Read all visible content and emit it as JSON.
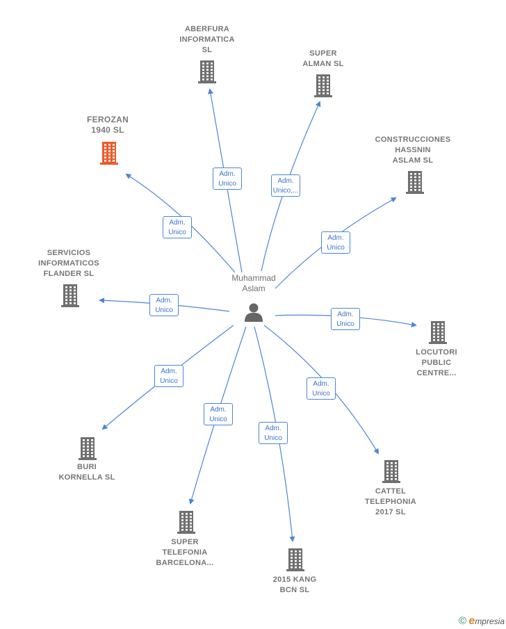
{
  "center": {
    "name_lines": [
      "Muhammad",
      "Aslam"
    ],
    "icon": "person-icon"
  },
  "nodes": [
    {
      "id": "aberfura",
      "lines": [
        "ABERFURA",
        "INFORMATICA",
        "SL"
      ],
      "highlight": false,
      "label_lines": [
        "Adm.",
        "Unico"
      ]
    },
    {
      "id": "super-alman",
      "lines": [
        "SUPER",
        "ALMAN SL"
      ],
      "highlight": false,
      "label_lines": [
        "Adm.",
        "Unico,..."
      ]
    },
    {
      "id": "ferozan",
      "lines": [
        "FEROZAN",
        "1940  SL"
      ],
      "highlight": true,
      "label_lines": [
        "Adm.",
        "Unico"
      ]
    },
    {
      "id": "construcciones",
      "lines": [
        "CONSTRUCCIONES",
        "HASSNIN",
        "ASLAM  SL"
      ],
      "highlight": false,
      "label_lines": [
        "Adm.",
        "Unico"
      ]
    },
    {
      "id": "servicios",
      "lines": [
        "SERVICIOS",
        "INFORMATICOS",
        "FLANDER  SL"
      ],
      "highlight": false,
      "label_lines": [
        "Adm.",
        "Unico"
      ]
    },
    {
      "id": "locutori",
      "lines": [
        "LOCUTORI",
        "PUBLIC",
        "CENTRE..."
      ],
      "highlight": false,
      "label_lines": [
        "Adm.",
        "Unico"
      ]
    },
    {
      "id": "buri",
      "lines": [
        "BURI",
        "KORNELLA  SL"
      ],
      "highlight": false,
      "label_lines": [
        "Adm.",
        "Unico"
      ]
    },
    {
      "id": "cattel",
      "lines": [
        "CATTEL",
        "TELEPHONIA",
        "2017  SL"
      ],
      "highlight": false,
      "label_lines": [
        "Adm.",
        "Unico"
      ]
    },
    {
      "id": "super-telefonia",
      "lines": [
        "SUPER",
        "TELEFONIA",
        "BARCELONA..."
      ],
      "highlight": false,
      "label_lines": [
        "Adm.",
        "Unico"
      ]
    },
    {
      "id": "2015-kang",
      "lines": [
        "2015 KANG",
        "BCN  SL"
      ],
      "highlight": false,
      "label_lines": [
        "Adm.",
        "Unico"
      ]
    }
  ],
  "colors": {
    "edge": "#4a86d8",
    "building": "#6f6f6f",
    "building_highlight": "#ee5a2b",
    "person": "#666666"
  },
  "footer": {
    "copyright": "©",
    "brand_initial": "e",
    "brand_rest": "mpresia"
  }
}
